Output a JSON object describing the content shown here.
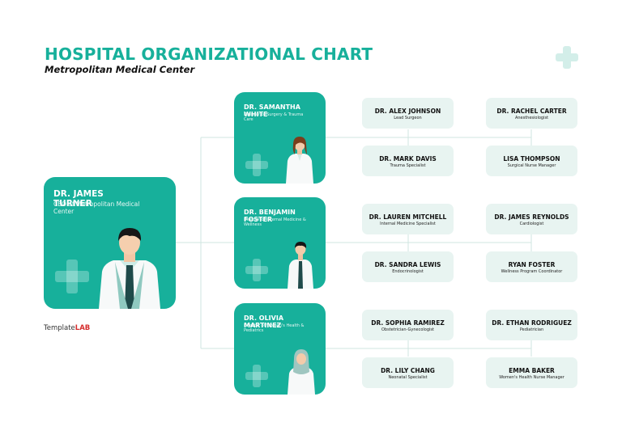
{
  "header": {
    "title": "HOSPITAL ORGANIZATIONAL CHART",
    "subtitle": "Metropolitan Medical Center"
  },
  "ceo": {
    "name": "DR. JAMES TURNER",
    "role": "CEO of Metropolitan Medical Center"
  },
  "directors": [
    {
      "name": "DR. SAMANTHA WHITE",
      "role": "Director of Surgery & Trauma Care"
    },
    {
      "name": "DR. BENJAMIN FOSTER",
      "role": "Director of Internal Medicine & Wellness"
    },
    {
      "name": "DR. OLIVIA MARTINEZ",
      "role": "Director of Women's Health & Pediatrics"
    }
  ],
  "staff": [
    {
      "name": "DR. ALEX JOHNSON",
      "role": "Lead Surgeon"
    },
    {
      "name": "DR. RACHEL CARTER",
      "role": "Anesthesiologist"
    },
    {
      "name": "DR. MARK DAVIS",
      "role": "Trauma Specialist"
    },
    {
      "name": "LISA THOMPSON",
      "role": "Surgical Nurse Manager"
    },
    {
      "name": "DR. LAUREN MITCHELL",
      "role": "Internal Medicine Specialist"
    },
    {
      "name": "DR. JAMES REYNOLDS",
      "role": "Cardiologist"
    },
    {
      "name": "DR. SANDRA LEWIS",
      "role": "Endocrinologist"
    },
    {
      "name": "RYAN FOSTER",
      "role": "Wellness Program Coordinator"
    },
    {
      "name": "DR. SOPHIA RAMIREZ",
      "role": "Obstetrician-Gynecologist"
    },
    {
      "name": "DR. ETHAN RODRIGUEZ",
      "role": "Pediatrician"
    },
    {
      "name": "DR. LILY CHANG",
      "role": "Neonatal Specialist"
    },
    {
      "name": "EMMA BAKER",
      "role": "Women's Health Nurse Manager"
    }
  ],
  "branding": {
    "logo_prefix": "Template",
    "logo_suffix": "LAB"
  },
  "icons": [
    "medical-cross-icon"
  ],
  "colors": {
    "accent": "#17b09b",
    "staff_card": "#e8f4f1",
    "connector": "#c6e4de"
  }
}
